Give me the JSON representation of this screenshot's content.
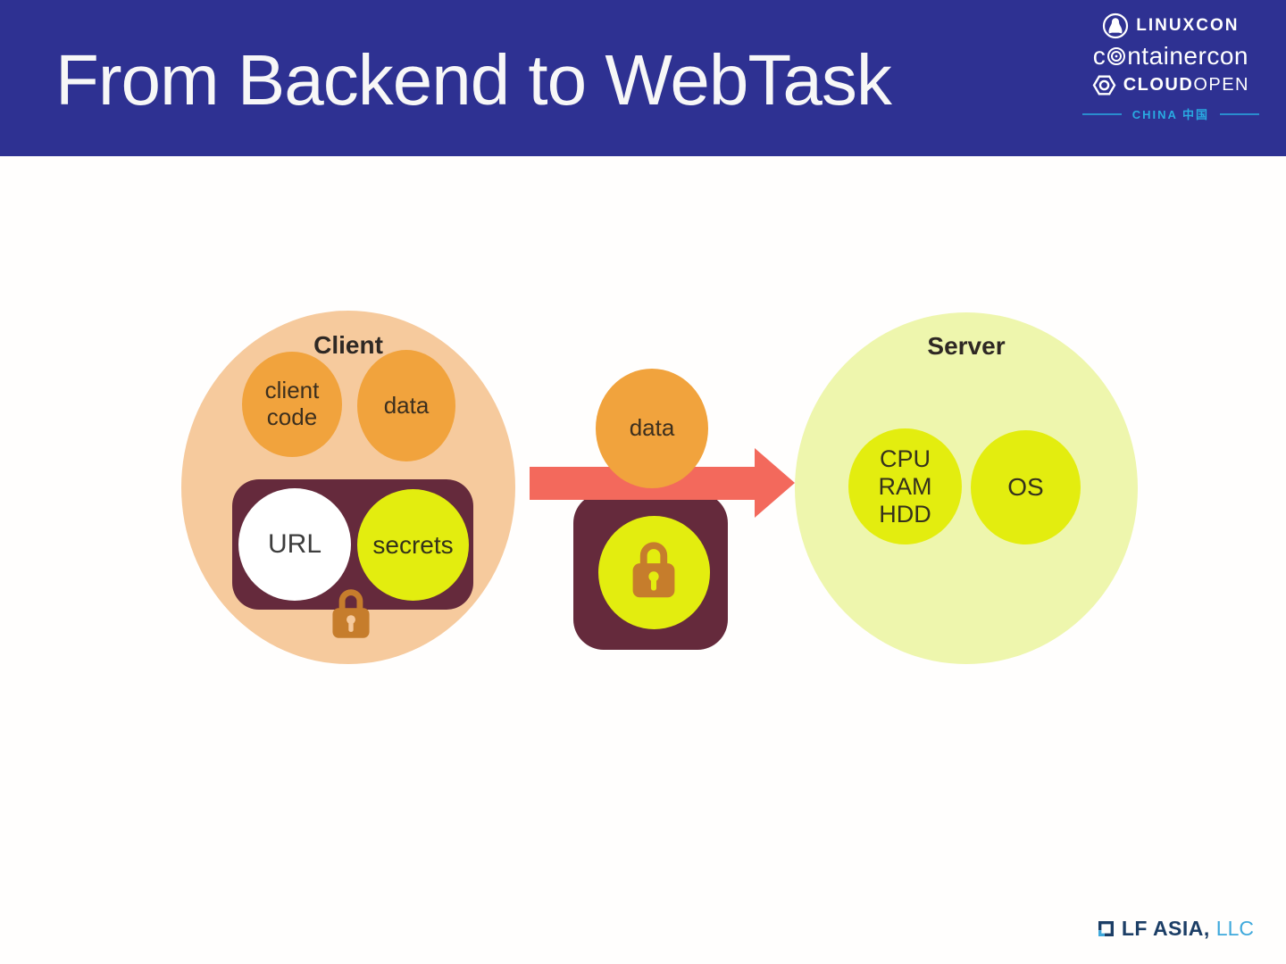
{
  "header": {
    "title": "From Backend to WebTask"
  },
  "conference_logos": {
    "linuxcon": "LINUXCON",
    "containercon_prefix": "c",
    "containercon_rest": "ntainercon",
    "cloudopen_bold": "CLOUD",
    "cloudopen_light": "OPEN",
    "china": "CHINA 中国"
  },
  "diagram": {
    "client": {
      "title": "Client",
      "code_bubble": "client code",
      "data_bubble": "data",
      "url_bubble": "URL",
      "secrets_bubble": "secrets"
    },
    "transfer": {
      "data_bubble": "data"
    },
    "server": {
      "title": "Server",
      "resources": [
        "CPU",
        "RAM",
        "HDD"
      ],
      "os_bubble": "OS"
    }
  },
  "footer": {
    "company": "LF ASIA,",
    "suffix": "LLC"
  },
  "colors": {
    "header_bg": "#2e3192",
    "accent_light_blue": "#29abe2",
    "client_bg": "#f6ca9d",
    "orange_bubble": "#f1a33d",
    "vault_maroon": "#652a3c",
    "bright_yellow": "#e3ed0f",
    "server_bg": "#eef6ad",
    "arrow_red": "#f3695c",
    "lock_orange": "#c67d2c",
    "footer_navy": "#1c3e66",
    "footer_blue": "#3fa9dc"
  }
}
